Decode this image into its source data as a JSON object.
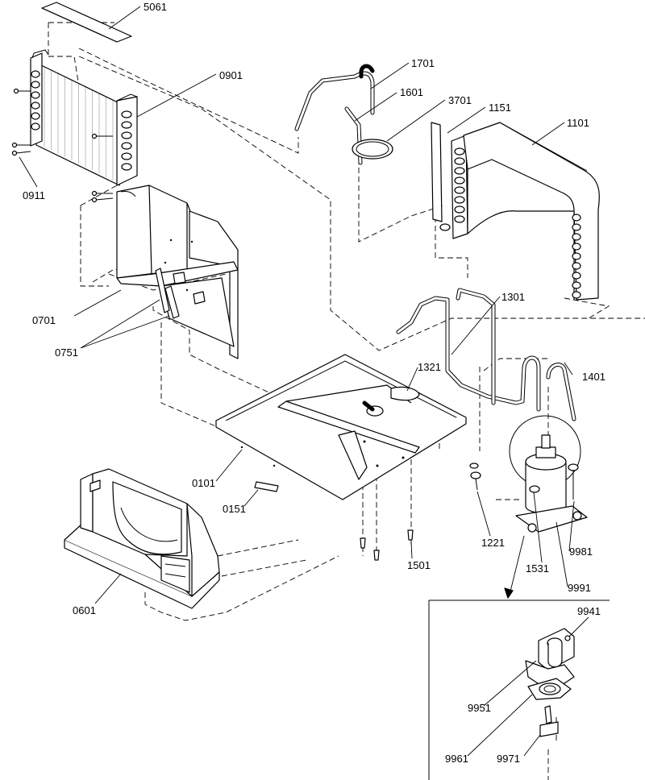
{
  "callouts": {
    "c5061": "5061",
    "c0901": "0901",
    "c0911": "0911",
    "c1701": "1701",
    "c1601": "1601",
    "c3701": "3701",
    "c1151": "1151",
    "c1101": "1101",
    "c0701": "0701",
    "c0751": "0751",
    "c1301": "1301",
    "c1321": "1321",
    "c1401": "1401",
    "c0101": "0101",
    "c0151": "0151",
    "c1221": "1221",
    "c1501": "1501",
    "c1531": "1531",
    "c9981": "9981",
    "c9991": "9991",
    "c0601": "0601",
    "c9941": "9941",
    "c9951": "9951",
    "c9961": "9961",
    "c9971": "9971"
  }
}
